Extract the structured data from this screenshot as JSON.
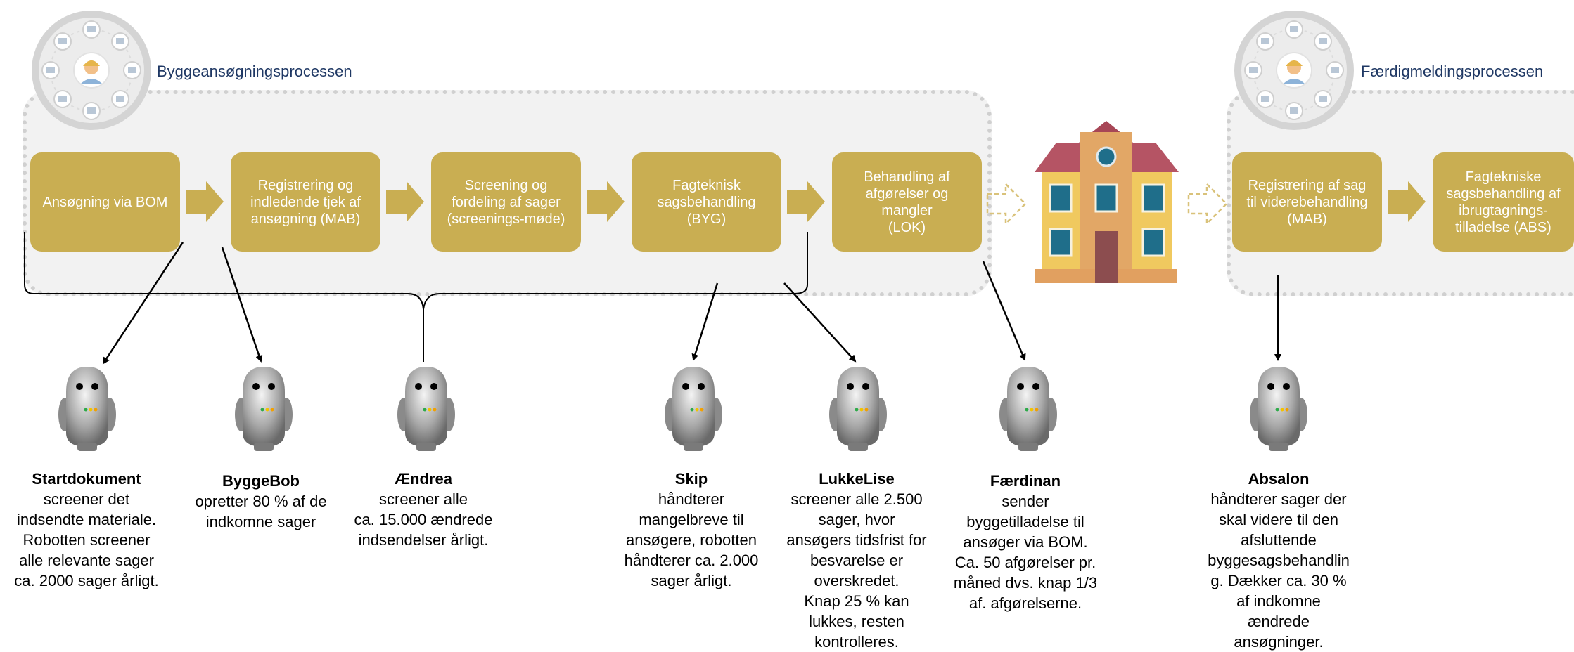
{
  "processes": [
    {
      "id": "bygge",
      "title": "Byggeansøgningsprocessen"
    },
    {
      "id": "faerdig",
      "title": "Færdigmeldingsprocessen"
    }
  ],
  "steps": [
    {
      "label": "Ansøgning via BOM"
    },
    {
      "label": "Registrering og\nindledende tjek af\nansøgning (MAB)"
    },
    {
      "label": "Screening og\nfordeling af sager\n(screenings-møde)"
    },
    {
      "label": "Fagteknisk\nsagsbehandling\n(BYG)"
    },
    {
      "label": "Behandling af\nafgørelser og\nmangler\n(LOK)"
    },
    {
      "label": "Registrering af sag\ntil viderebehandling\n(MAB)"
    },
    {
      "label": "Fagtekniske\nsagsbehandling af\nibrugtagnings-\ntilladelse (ABS)"
    }
  ],
  "robots": [
    {
      "name": "Startdokument",
      "desc": "screener det\nindsendte materiale.\nRobotten screener\nalle relevante sager\nca. 2000 sager årligt."
    },
    {
      "name": "ByggeBob",
      "desc": "opretter 80 % af de\nindkomne sager"
    },
    {
      "name": "Ændrea",
      "desc": "screener alle\nca. 15.000 ændrede\nindsendelser årligt."
    },
    {
      "name": "Skip",
      "desc": "håndterer\nmangelbreve til\nansøgere, robotten\nhåndterer ca. 2.000\nsager årligt."
    },
    {
      "name": "LukkeLise",
      "desc": "screener alle 2.500\nsager, hvor\nansøgers tidsfrist for\nbesvarelse er\noverskredet.\nKnap 25 % kan\nlukkes, resten\nkontrolleres."
    },
    {
      "name": "Færdinan",
      "desc": "sender\nbyggetilladelse til\nansøger via BOM.\nCa. 50 afgørelser pr.\nmåned dvs. knap 1/3\naf. afgørelserne."
    },
    {
      "name": "Absalon",
      "desc": "håndterer sager der\nskal videre til den\nafsluttende\nbyggesagsbehandlin\ng. Dækker ca. 30 %\naf indkomne\nændrede\nansøgninger."
    }
  ],
  "colors": {
    "step": "#c9ae52",
    "title": "#1f3864",
    "group_bg": "#f2f2f2",
    "group_border": "#d0d0d0"
  },
  "icons": [
    "person-emblem-icon",
    "arrow-right-icon",
    "dashed-arrow-icon",
    "house-icon",
    "robot-icon"
  ]
}
